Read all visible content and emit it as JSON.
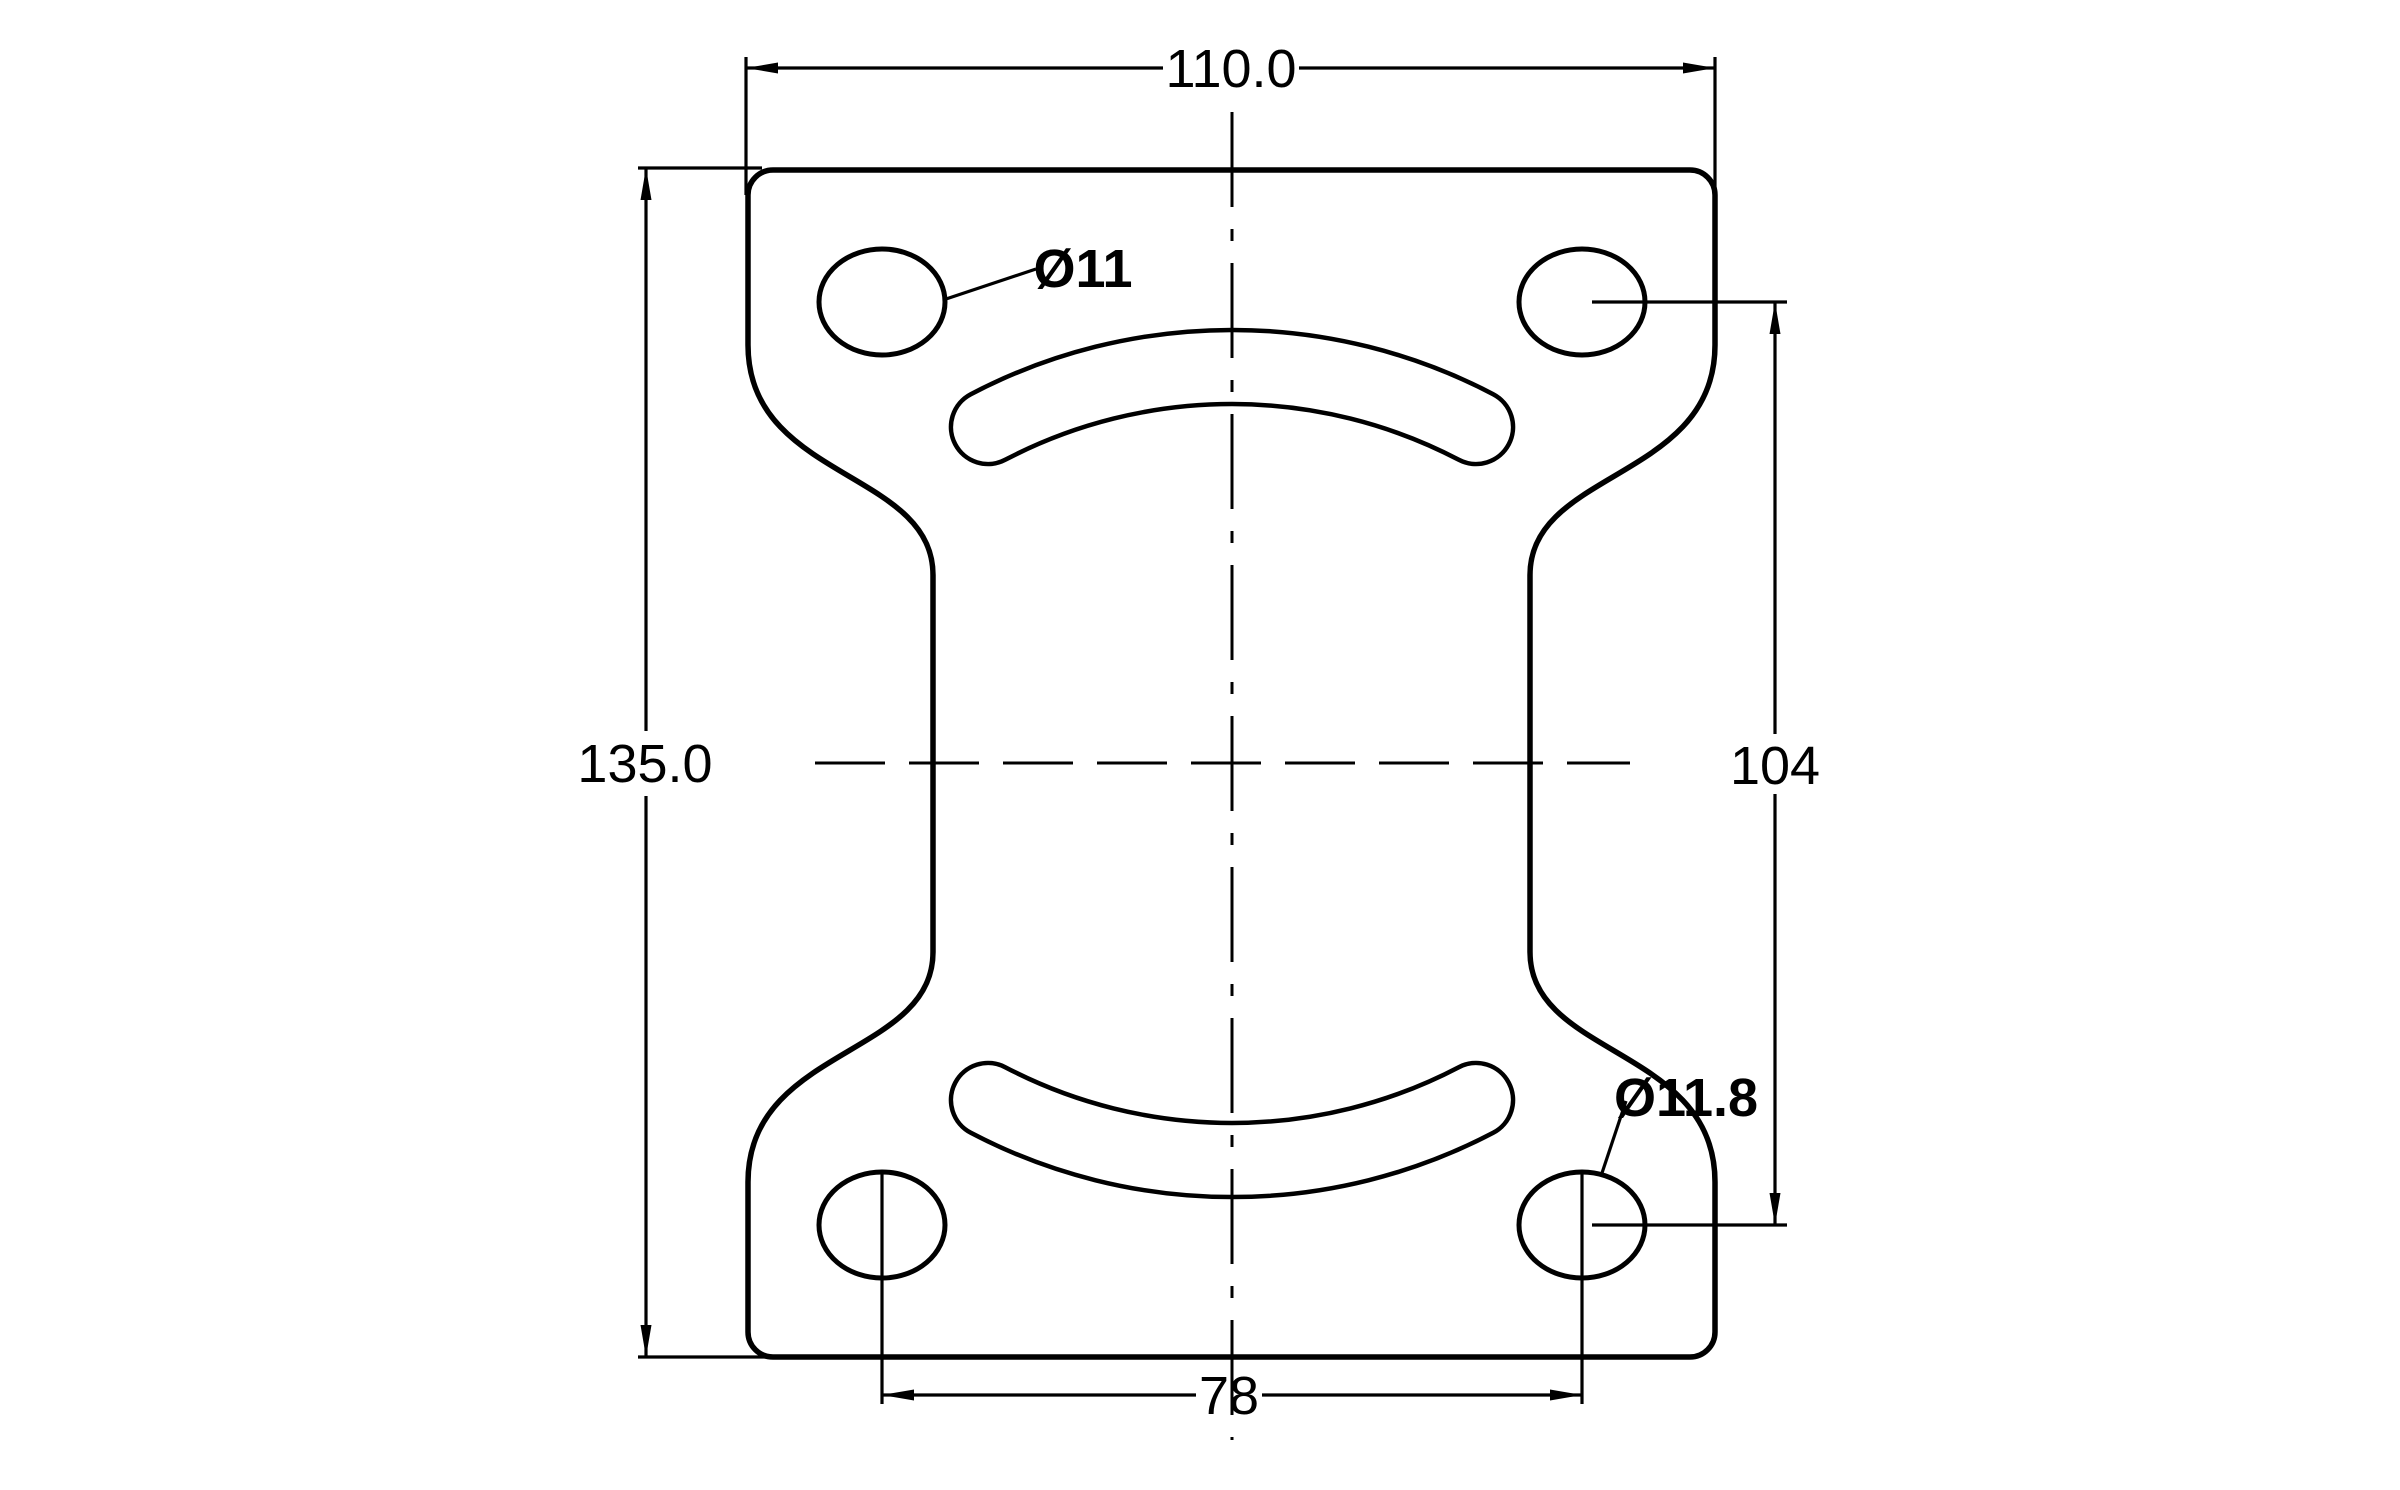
{
  "drawing": {
    "type": "technical-drawing-top-plate",
    "dimensions": {
      "plate_width": "110.0",
      "plate_height": "135.0",
      "hole_spacing_vertical": "104",
      "hole_spacing_horizontal": "78"
    },
    "callouts": {
      "top_left_hole": "Ø11",
      "bottom_right_hole": "Ø11.8"
    },
    "colors": {
      "line": "#000000",
      "background": "#ffffff"
    }
  }
}
